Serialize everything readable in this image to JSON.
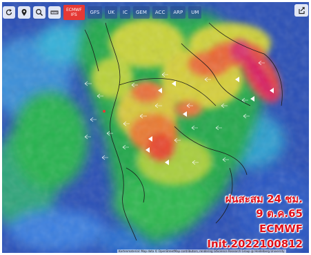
{
  "toolbar": {
    "tools": [
      {
        "name": "refresh-icon"
      },
      {
        "name": "location-pin-icon"
      },
      {
        "name": "zoom-icon"
      },
      {
        "name": "ruler-icon"
      }
    ],
    "model_tabs": [
      {
        "label": "ECMWF",
        "sub": "IFS",
        "active": true
      },
      {
        "label": "GFS"
      },
      {
        "label": "UK"
      },
      {
        "label": "IC"
      },
      {
        "label": "GEM"
      },
      {
        "label": "ACC"
      },
      {
        "label": "ARP"
      },
      {
        "label": "UM"
      }
    ],
    "share_icon": "share-icon"
  },
  "caption": {
    "line1": "ฝนสะสม 24 ชม.",
    "line2": "9 ต.ค.65",
    "line3": "ECMWF",
    "line4": "Init.2022100812"
  },
  "attribution": "Kartenmaterial: Map data © OpenStreetMap contributors, rendering GIScience Research Group @ Heidelberg University",
  "colors": {
    "sea": "#2a4fb6",
    "low_rain": "#1fa34a",
    "mid_rain": "#c8d23a",
    "high_rain": "#e8462f",
    "heavy_rain": "#d81b60",
    "caption": "#e0101a"
  }
}
